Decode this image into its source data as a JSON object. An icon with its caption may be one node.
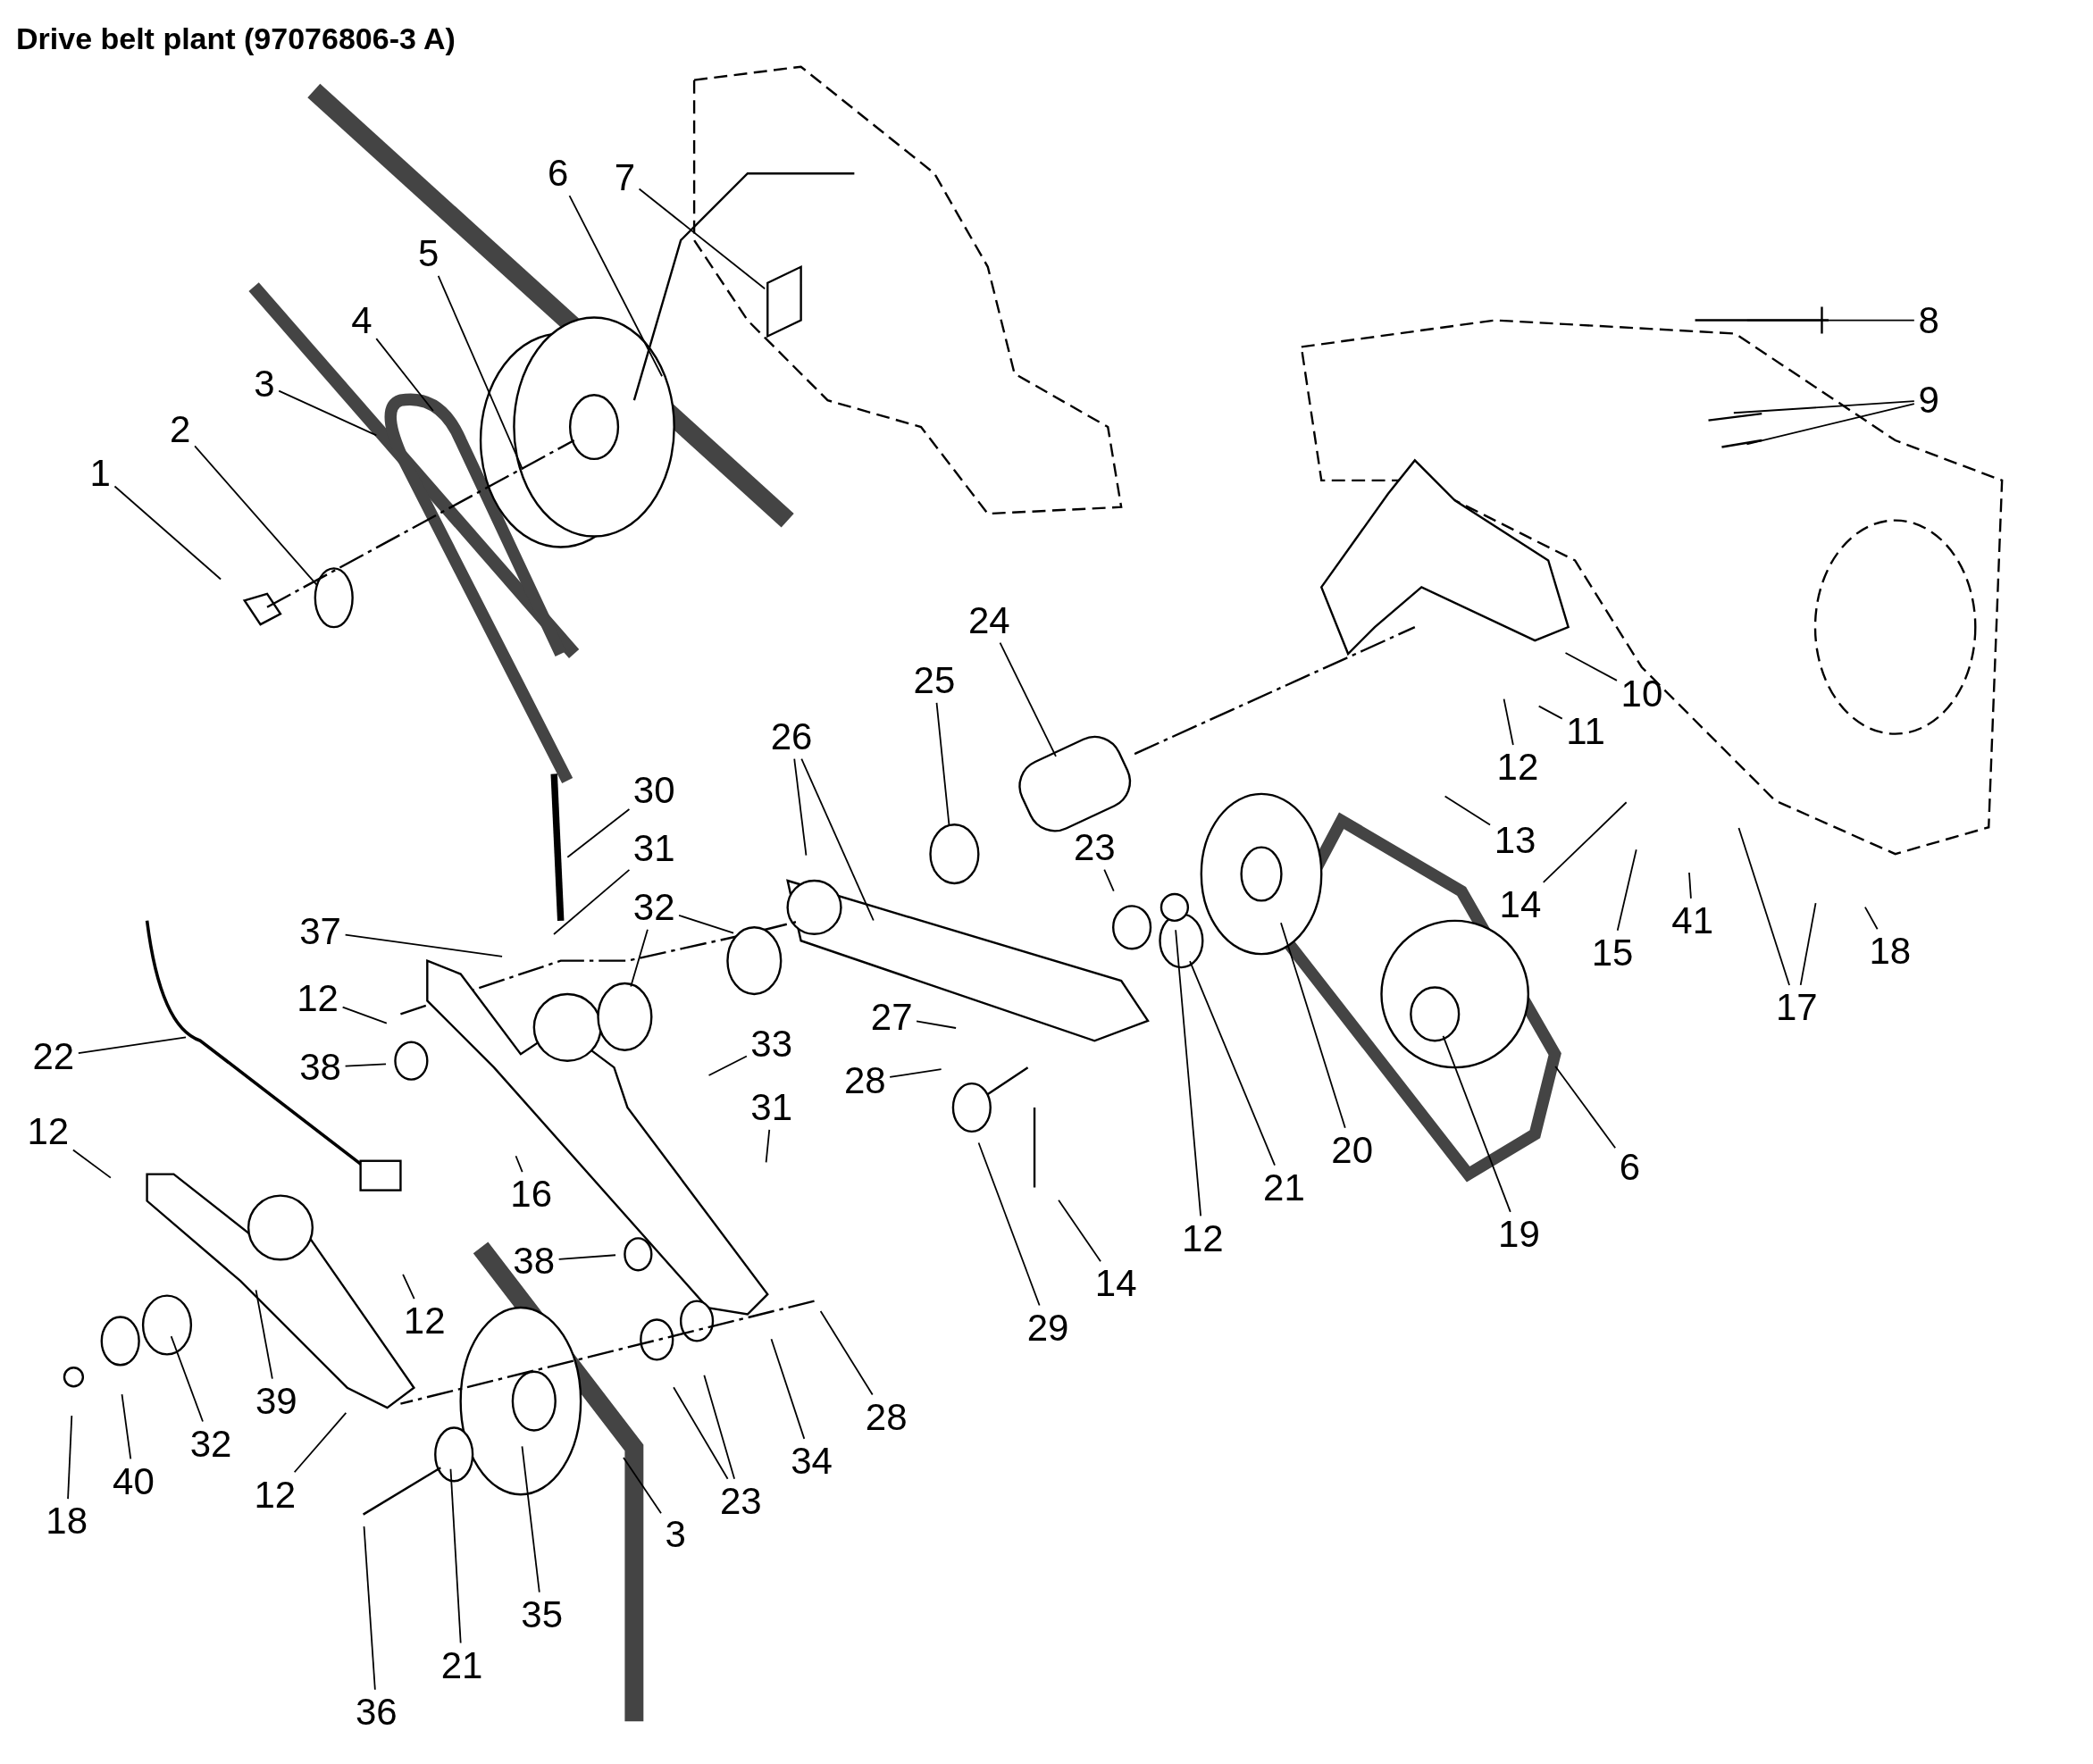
{
  "diagram": {
    "title": "Drive belt plant (97076806-3 A)",
    "nodes": [
      {
        "text": [
          "1"
        ]
      },
      {
        "text": [
          "2"
        ]
      },
      {
        "text": [
          "3"
        ]
      },
      {
        "text": [
          "4"
        ]
      },
      {
        "text": [
          "5"
        ]
      },
      {
        "text": [
          "6"
        ]
      },
      {
        "text": [
          "7"
        ]
      },
      {
        "text": [
          "8"
        ]
      },
      {
        "text": [
          "9"
        ]
      },
      {
        "text": [
          "10"
        ]
      },
      {
        "text": [
          "11"
        ]
      },
      {
        "text": [
          "12"
        ]
      },
      {
        "text": [
          "13"
        ]
      },
      {
        "text": [
          "14"
        ]
      },
      {
        "text": [
          "15"
        ]
      },
      {
        "text": [
          "41"
        ]
      },
      {
        "text": [
          "17"
        ]
      },
      {
        "text": [
          "18"
        ]
      },
      {
        "text": [
          "24"
        ]
      },
      {
        "text": [
          "25"
        ]
      },
      {
        "text": [
          "26"
        ]
      },
      {
        "text": [
          "30"
        ]
      },
      {
        "text": [
          "31"
        ]
      },
      {
        "text": [
          "32"
        ]
      },
      {
        "text": [
          "37"
        ]
      },
      {
        "text": [
          "12"
        ]
      },
      {
        "text": [
          "22"
        ]
      },
      {
        "text": [
          "38"
        ]
      },
      {
        "text": [
          "23"
        ]
      },
      {
        "text": [
          "27"
        ]
      },
      {
        "text": [
          "28"
        ]
      },
      {
        "text": [
          "33"
        ]
      },
      {
        "text": [
          "31"
        ]
      },
      {
        "text": [
          "16"
        ]
      },
      {
        "text": [
          "12"
        ]
      },
      {
        "text": [
          "12"
        ]
      },
      {
        "text": [
          "38"
        ]
      },
      {
        "text": [
          "28"
        ]
      },
      {
        "text": [
          "34"
        ]
      },
      {
        "text": [
          "23"
        ]
      },
      {
        "text": [
          "39"
        ]
      },
      {
        "text": [
          "32"
        ]
      },
      {
        "text": [
          "40"
        ]
      },
      {
        "text": [
          "18"
        ]
      },
      {
        "text": [
          "12"
        ]
      },
      {
        "text": [
          "3"
        ]
      },
      {
        "text": [
          "35"
        ]
      },
      {
        "text": [
          "21"
        ]
      },
      {
        "text": [
          "36"
        ]
      },
      {
        "text": [
          "29"
        ]
      },
      {
        "text": [
          "14"
        ]
      },
      {
        "text": [
          "12"
        ]
      },
      {
        "text": [
          "21"
        ]
      },
      {
        "text": [
          "20"
        ]
      },
      {
        "text": [
          "19"
        ]
      },
      {
        "text": [
          "6"
        ]
      }
    ],
    "edges": [
      {
        "from": 0,
        "to": null,
        "arrow": "none"
      },
      {
        "from": 1,
        "to": null,
        "arrow": "none"
      },
      {
        "from": 2,
        "to": null,
        "arrow": "none"
      },
      {
        "from": 3,
        "to": null,
        "arrow": "none"
      },
      {
        "from": 4,
        "to": null,
        "arrow": "none"
      },
      {
        "from": 5,
        "to": null,
        "arrow": "none"
      },
      {
        "from": 6,
        "to": null,
        "arrow": "none"
      },
      {
        "from": 7,
        "to": null,
        "arrow": "none"
      },
      {
        "from": 8,
        "to": null,
        "arrow": "none"
      },
      {
        "from": 8,
        "to": null,
        "arrow": "none"
      },
      {
        "from": 9,
        "to": null,
        "arrow": "none"
      },
      {
        "from": 10,
        "to": null,
        "arrow": "none"
      },
      {
        "from": 11,
        "to": null,
        "arrow": "none"
      },
      {
        "from": 12,
        "to": null,
        "arrow": "none"
      },
      {
        "from": 13,
        "to": null,
        "arrow": "none"
      },
      {
        "from": 14,
        "to": null,
        "arrow": "none"
      },
      {
        "from": 15,
        "to": null,
        "arrow": "none"
      },
      {
        "from": 16,
        "to": null,
        "arrow": "none"
      },
      {
        "from": 16,
        "to": null,
        "arrow": "none"
      },
      {
        "from": 17,
        "to": null,
        "arrow": "none"
      },
      {
        "from": 18,
        "to": null,
        "arrow": "none"
      },
      {
        "from": 19,
        "to": null,
        "arrow": "none"
      },
      {
        "from": 20,
        "to": null,
        "arrow": "none"
      },
      {
        "from": 20,
        "to": null,
        "arrow": "none"
      },
      {
        "from": 21,
        "to": null,
        "arrow": "none"
      },
      {
        "from": 22,
        "to": null,
        "arrow": "none"
      },
      {
        "from": 23,
        "to": null,
        "arrow": "none"
      },
      {
        "from": 23,
        "to": null,
        "arrow": "none"
      },
      {
        "from": 24,
        "to": null,
        "arrow": "none"
      },
      {
        "from": 25,
        "to": null,
        "arrow": "none"
      },
      {
        "from": 26,
        "to": null,
        "arrow": "none"
      },
      {
        "from": 27,
        "to": null,
        "arrow": "none"
      },
      {
        "from": 28,
        "to": null,
        "arrow": "none"
      },
      {
        "from": 29,
        "to": null,
        "arrow": "none"
      },
      {
        "from": 30,
        "to": null,
        "arrow": "none"
      },
      {
        "from": 31,
        "to": null,
        "arrow": "none"
      },
      {
        "from": 32,
        "to": null,
        "arrow": "none"
      },
      {
        "from": 33,
        "to": null,
        "arrow": "none"
      },
      {
        "from": 34,
        "to": null,
        "arrow": "none"
      },
      {
        "from": 35,
        "to": null,
        "arrow": "none"
      },
      {
        "from": 36,
        "to": null,
        "arrow": "none"
      },
      {
        "from": 37,
        "to": null,
        "arrow": "none"
      },
      {
        "from": 38,
        "to": null,
        "arrow": "none"
      },
      {
        "from": 39,
        "to": null,
        "arrow": "none"
      },
      {
        "from": 39,
        "to": null,
        "arrow": "none"
      },
      {
        "from": 40,
        "to": null,
        "arrow": "none"
      },
      {
        "from": 41,
        "to": null,
        "arrow": "none"
      },
      {
        "from": 42,
        "to": null,
        "arrow": "none"
      },
      {
        "from": 43,
        "to": null,
        "arrow": "none"
      },
      {
        "from": 44,
        "to": null,
        "arrow": "none"
      },
      {
        "from": 45,
        "to": null,
        "arrow": "none"
      },
      {
        "from": 46,
        "to": null,
        "arrow": "none"
      },
      {
        "from": 47,
        "to": null,
        "arrow": "none"
      },
      {
        "from": 48,
        "to": null,
        "arrow": "none"
      },
      {
        "from": 49,
        "to": null,
        "arrow": "none"
      },
      {
        "from": 50,
        "to": null,
        "arrow": "none"
      },
      {
        "from": 51,
        "to": null,
        "arrow": "none"
      },
      {
        "from": 52,
        "to": null,
        "arrow": "none"
      },
      {
        "from": 53,
        "to": null,
        "arrow": "none"
      },
      {
        "from": 54,
        "to": null,
        "arrow": "none"
      },
      {
        "from": 55,
        "to": null,
        "arrow": "none"
      }
    ]
  }
}
